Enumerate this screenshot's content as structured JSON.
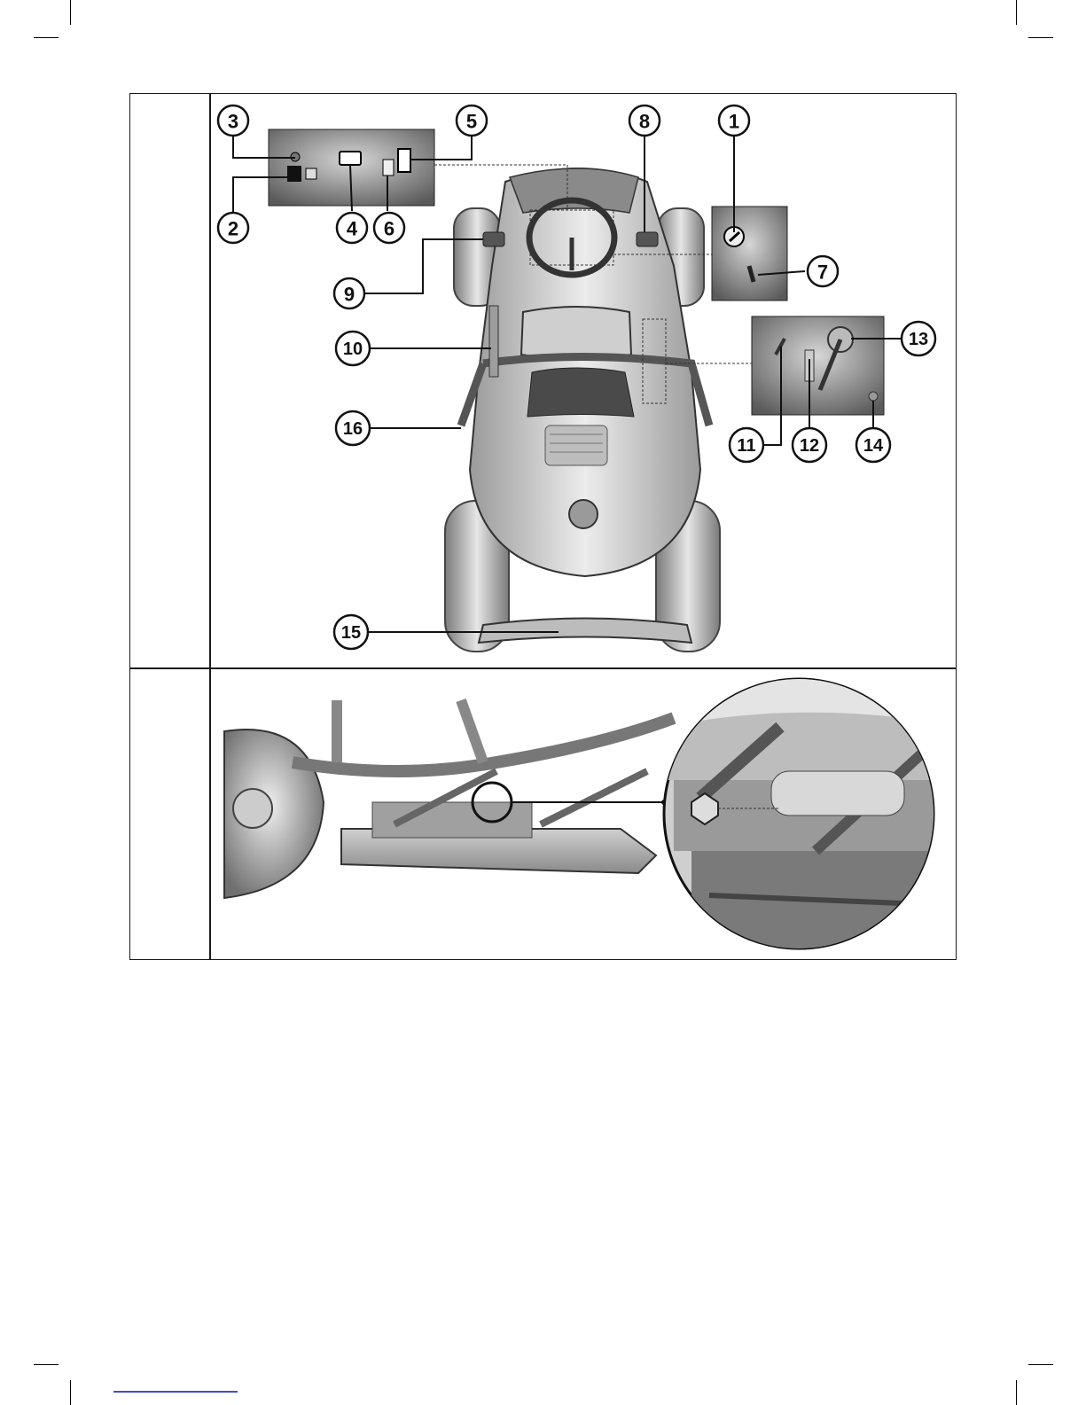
{
  "callouts": [
    "1",
    "2",
    "3",
    "4",
    "5",
    "6",
    "7",
    "8",
    "9",
    "10",
    "11",
    "12",
    "13",
    "14",
    "15",
    "16"
  ],
  "colors": {
    "frame": "#1a1a1a",
    "mower_body": "#d8d8d8",
    "shadow": "#6a6a6a",
    "inset_bg": "#3a3a3a",
    "link": "#3a4fd0"
  },
  "icons": [
    "wheel-icon",
    "steering-wheel-icon",
    "seat-icon",
    "magnifier-circle-icon"
  ]
}
